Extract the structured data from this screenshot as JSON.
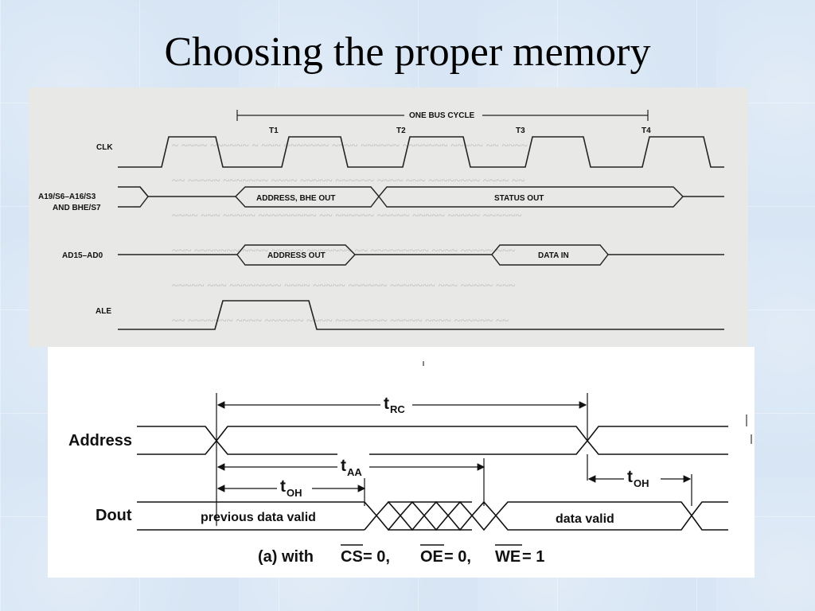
{
  "slide": {
    "title": "Choosing the proper memory"
  },
  "bus_diagram": {
    "cycle_label": "ONE BUS CYCLE",
    "states": [
      "T1",
      "T2",
      "T3",
      "T4"
    ],
    "signals": {
      "clk": "CLK",
      "addr_line1": "A19/S6–A16/S3",
      "addr_line2": "AND BHE/S7",
      "ad": "AD15–AD0",
      "ale": "ALE"
    },
    "buses": {
      "address_bhe_out": "ADDRESS, BHE OUT",
      "status_out": "STATUS OUT",
      "address_out": "ADDRESS OUT",
      "data_in": "DATA IN"
    }
  },
  "read_cycle": {
    "labels": {
      "address": "Address",
      "dout": "Dout",
      "previous_data": "previous data valid",
      "data_valid": "data valid"
    },
    "timing": {
      "trc": "RC",
      "taa": "AA",
      "toh": "OH",
      "t": "t"
    },
    "caption": {
      "prefix": "(a)  with",
      "cs": "CS",
      "oe": "OE",
      "we": "WE",
      "cs_val": " = 0,",
      "oe_val": " = 0,",
      "we_val": " = 1"
    }
  }
}
